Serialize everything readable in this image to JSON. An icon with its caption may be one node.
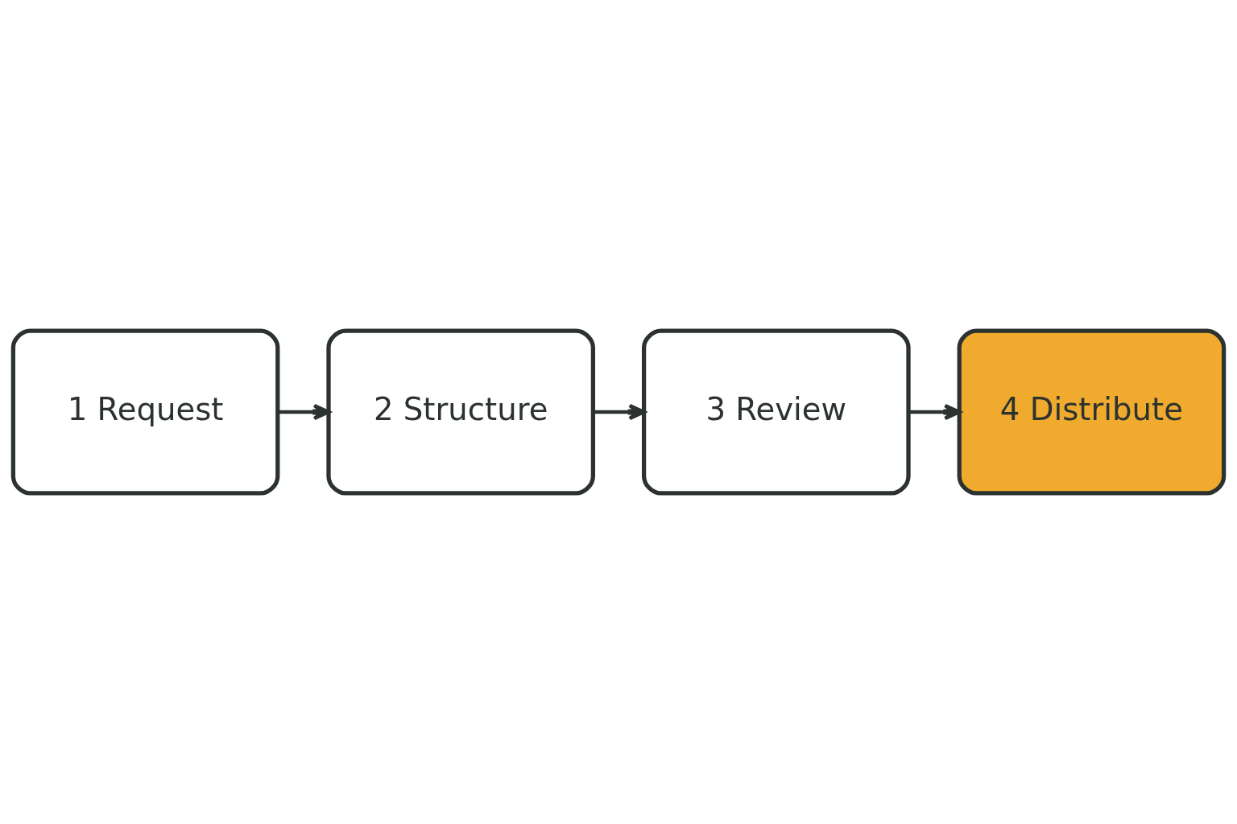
{
  "diagram": {
    "nodes": [
      {
        "text": [
          "1 Request"
        ]
      },
      {
        "text": [
          "2 Structure"
        ]
      },
      {
        "text": [
          "3 Review"
        ]
      },
      {
        "text": [
          "4 Distribute"
        ]
      }
    ],
    "edges": [
      {
        "from": 0,
        "to": 1,
        "arrow": "to"
      },
      {
        "from": 1,
        "to": 2,
        "arrow": "to"
      },
      {
        "from": 2,
        "to": 3,
        "arrow": "to"
      }
    ]
  }
}
